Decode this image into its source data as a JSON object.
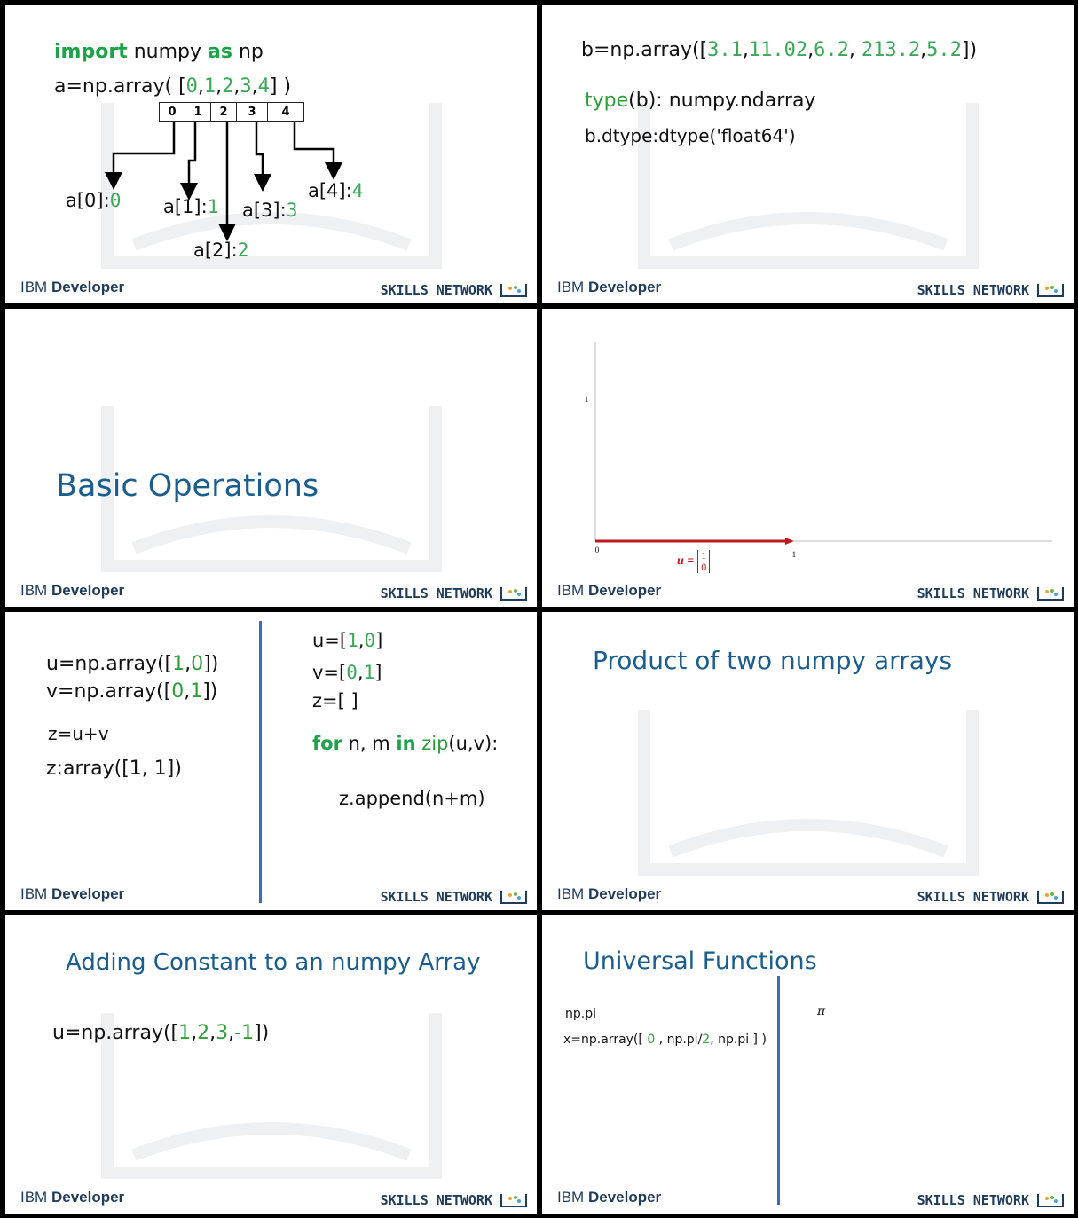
{
  "footer": {
    "brand_light": "IBM",
    "brand_bold": "Developer",
    "skills": "SKILLS NETWORK"
  },
  "slide1": {
    "kw_import": "import",
    "mod": "numpy",
    "kw_as": "as",
    "alias": "np",
    "a_prefix": "a=np.array( [",
    "a_suffix": "] )",
    "values": [
      "0",
      "1",
      "2",
      "3",
      "4"
    ],
    "indices": [
      "0",
      "1",
      "2",
      "3",
      "4"
    ],
    "labels": [
      "a[0]:",
      "a[1]:",
      "a[2]:",
      "a[3]:",
      "a[4]:"
    ]
  },
  "slide2": {
    "b_prefix": "b=np.array([",
    "b_suffix": "])",
    "b_values": [
      "3.1",
      "11.02",
      "6.2",
      "213.2",
      "5.2"
    ],
    "type_kw": "type",
    "type_rest": "(b): numpy.ndarray",
    "dtype_line": "b.dtype:dtype('float64')"
  },
  "slide3": {
    "title": "Basic Operations"
  },
  "slide4": {
    "chart_data": {
      "type": "line",
      "x_ticks": [
        "0",
        "1"
      ],
      "y_ticks": [
        "1"
      ],
      "xlim": [
        0,
        2.3
      ],
      "ylim": [
        0,
        1.4
      ],
      "series": [
        {
          "name": "u",
          "x": [
            0,
            1
          ],
          "y": [
            0,
            0
          ],
          "color": "#c0171d"
        }
      ],
      "annotation": {
        "text": "u =",
        "vector": [
          "1",
          "0"
        ]
      }
    }
  },
  "slide5": {
    "left": {
      "u_prefix": "u=np.array([",
      "u_vals": [
        "1",
        "0"
      ],
      "u_suffix": "])",
      "v_prefix": "v=np.array([",
      "v_vals": [
        "0",
        "1"
      ],
      "v_suffix": "])",
      "z_line": "z=u+v",
      "result": "z:array([1, 1])"
    },
    "right": {
      "u_prefix": "u=[",
      "u_vals": [
        "1",
        "0"
      ],
      "u_suffix": "]",
      "v_prefix": "v=[",
      "v_vals": [
        "0",
        "1"
      ],
      "v_suffix": "]",
      "z_line": "z=[ ]",
      "for_kw": "for",
      "for_vars": " n, m ",
      "in_kw": "in",
      "zip_kw": "zip",
      "zip_args": "(u,v):",
      "append_line": "z.append(n+m)"
    }
  },
  "slide6": {
    "title": "Product of two numpy arrays"
  },
  "slide7": {
    "title": "Adding Constant to an numpy Array",
    "prefix": "u=np.array([",
    "vals": [
      "1",
      "2",
      "3",
      "-1"
    ],
    "suffix": "])"
  },
  "slide8": {
    "title": "Universal Functions",
    "line1": "np.pi",
    "x_prefix": "x=np.array([ ",
    "x_v0": "0",
    "x_mid1": " , np.pi/",
    "x_v2": "2",
    "x_mid2": ", np.pi ] )",
    "pi_symbol": "π"
  }
}
